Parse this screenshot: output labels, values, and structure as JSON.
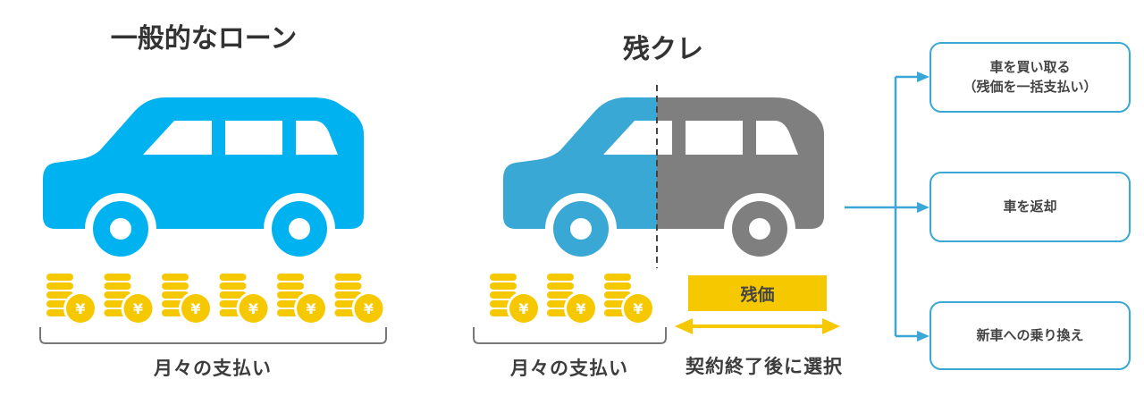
{
  "left": {
    "title": "一般的なローン",
    "payment_label": "月々の支払い",
    "coin_groups": 6
  },
  "right": {
    "title": "残クレ",
    "payment_label": "月々の支払い",
    "coin_groups": 3,
    "residual_label": "残価",
    "choice_label": "契約終了後に選択"
  },
  "options": [
    {
      "line1": "車を買い取る",
      "line2": "（残価を一括支払い）"
    },
    {
      "line1": "車を返却"
    },
    {
      "line1": "新車への乗り換え"
    }
  ],
  "coin_symbol": "¥",
  "colors": {
    "car_blue": "#00b2f0",
    "car_blue_dark": "#3aa8d4",
    "car_gray": "#7f7f7f",
    "coin": "#f5c800",
    "line": "#3aa8d4"
  }
}
